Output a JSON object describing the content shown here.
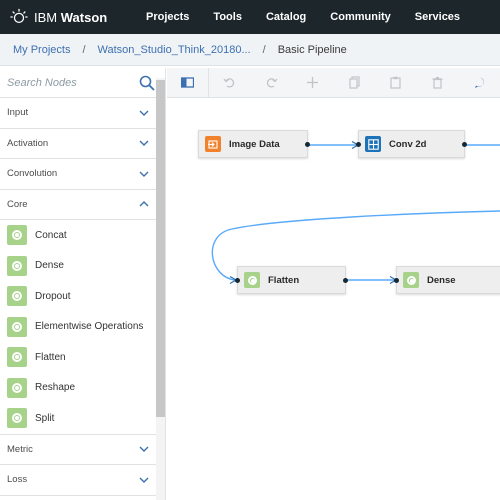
{
  "header": {
    "brand_prefix": "IBM",
    "brand_name": "Watson",
    "nav": [
      {
        "label": "Projects"
      },
      {
        "label": "Tools"
      },
      {
        "label": "Catalog"
      },
      {
        "label": "Community"
      },
      {
        "label": "Services"
      }
    ]
  },
  "breadcrumb": {
    "items": [
      "My Projects",
      "Watson_Studio_Think_20180..."
    ],
    "separator": "/",
    "current": "Basic Pipeline"
  },
  "palette": {
    "search_placeholder": "Search Nodes",
    "categories_top": [
      "Input",
      "Activation",
      "Convolution"
    ],
    "core_label": "Core",
    "core_items": [
      "Concat",
      "Dense",
      "Dropout",
      "Elementwise Operations",
      "Flatten",
      "Reshape",
      "Split"
    ],
    "categories_bottom": [
      "Metric",
      "Loss"
    ],
    "node_color": "#a6d28a"
  },
  "toolbar": {
    "icons": [
      "palette-toggle-icon",
      "undo-icon",
      "redo-icon",
      "move-icon",
      "copy-icon",
      "paste-icon",
      "delete-icon",
      "comment-icon"
    ]
  },
  "canvas": {
    "nodes": [
      {
        "label": "Image Data",
        "icon": "input-icon",
        "color": "#f1812b"
      },
      {
        "label": "Conv 2d",
        "icon": "grid-icon",
        "color": "#1d72b8"
      },
      {
        "label": "Flatten",
        "icon": "core-icon",
        "color": "#a6d28a"
      },
      {
        "label": "Dense",
        "icon": "core-icon",
        "color": "#a6d28a"
      }
    ],
    "link_color": "#5aaafa"
  }
}
